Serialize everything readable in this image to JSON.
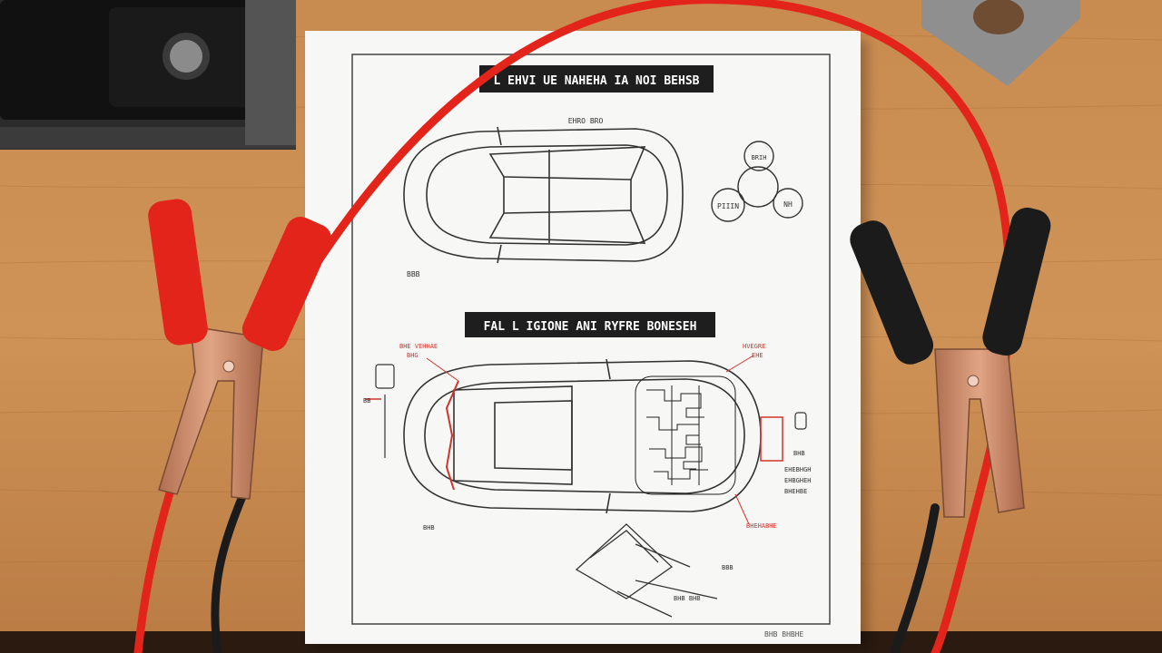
{
  "scene": {
    "description_colors": {
      "wood": "#c98a4e",
      "wood_dark": "#a86a35",
      "paper": "#f7f7f5",
      "cable_red": "#e3241b",
      "cable_black": "#1b1b1b",
      "clamp_copper": "#c9896a",
      "banner_black": "#1e1e1e",
      "annotation_red": "#d4332a"
    }
  },
  "sheet": {
    "top_title": "L EHVI UE NAHEHA IA NOI BEHSB",
    "section_title": "FAL L IGIONE ANI RYFRE BONESEH",
    "top_car_caption": "EHRO BRO",
    "top_car_note": "BBB",
    "node_labels": [
      "PIIIN",
      "BRIH",
      "NH"
    ],
    "annotations": {
      "left_top": "BHE VEHHAE",
      "left_sub": "BHG",
      "left_note": "BB",
      "right_top": "HVEGRE",
      "right_sub": "EHE",
      "bottom_left": "BHB",
      "bottom_right": "BHEHABHE",
      "side_right_1": "BHB",
      "side_right_2": "EHEBHGH",
      "side_right_3": "EHBGHEH",
      "side_right_4": "BHEHBE",
      "detail_label_1": "BBB",
      "detail_label_2": "BHB BHB",
      "footer": "BHB BHBHE"
    }
  }
}
